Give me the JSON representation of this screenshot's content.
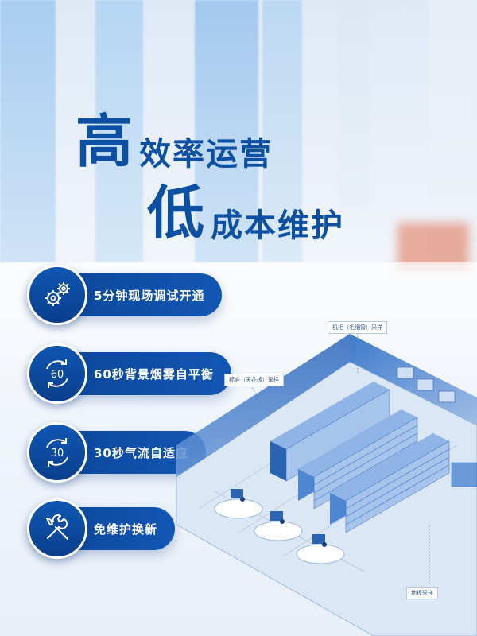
{
  "headline": {
    "line1_big": "高",
    "line1_rest": "效率运营",
    "line2_big": "低",
    "line2_rest": "成本维护"
  },
  "features": [
    {
      "icon": "gears-icon",
      "text": "5分钟现场调试开通"
    },
    {
      "icon": "cycle-60-icon",
      "icon_text": "60",
      "text": "60秒背景烟雾自平衡"
    },
    {
      "icon": "cycle-30-icon",
      "icon_text": "30",
      "text": "30秒气流自适应"
    },
    {
      "icon": "wrench-screwdriver-icon",
      "text": "免维护换新"
    }
  ],
  "diagram_labels": {
    "cabinet": "机柜（毛细管）采样",
    "ceiling": "标准（天花板）采样",
    "floor": "地板采样"
  },
  "colors": {
    "brand_blue": "#0d4fa3",
    "pill_blue": "#0b4596",
    "room_blue": "#2f6ec4"
  }
}
